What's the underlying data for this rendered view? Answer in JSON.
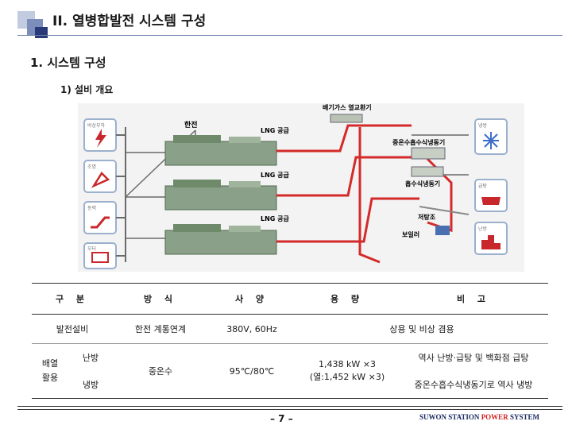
{
  "header": {
    "title": "II. 열병합발전 시스템 구성",
    "section": "1. 시스템 구성",
    "subsection": "1) 설비 개요"
  },
  "diagram": {
    "labels": {
      "exhaust_hx": "배기가스 열교환기",
      "kepco": "한전",
      "lng1": "LNG 공급",
      "lng2": "LNG 공급",
      "lng3": "LNG 공급",
      "absorption_chiller_heater": "중온수흡수식냉동기",
      "absorption_chiller": "흡수식냉동기",
      "heat_storage": "저탕조",
      "boiler": "보일러"
    },
    "left_icons": [
      {
        "label": "비상부하",
        "icon": "lightning-icon"
      },
      {
        "label": "조명",
        "icon": "lamp-icon"
      },
      {
        "label": "동력",
        "icon": "escalator-icon"
      },
      {
        "label": "모터",
        "icon": "computer-icon"
      }
    ],
    "right_icons": [
      {
        "label": "냉방",
        "icon": "snowflake-icon"
      },
      {
        "label": "급탕",
        "icon": "bath-icon"
      },
      {
        "label": "난방",
        "icon": "building-icon"
      }
    ]
  },
  "table": {
    "headers": [
      "구 분",
      "방 식",
      "사 양",
      "용 량",
      "비 고"
    ],
    "row_power": {
      "category": "발전설비",
      "method": "한전 계통연계",
      "spec": "380V, 60Hz",
      "note": "상용 및 비상 겸용"
    },
    "heat_group": "배열\n활용",
    "heating": {
      "sub": "난방",
      "note": "역사 난방·급탕 및 백화점 급탕"
    },
    "cooling": {
      "sub": "냉방",
      "note": "중온수흡수식냉동기로 역사 냉방"
    },
    "shared": {
      "method": "중온수",
      "spec": "95℃/80℃",
      "capacity": "1,438 kW ×3\n(열:1,452 kW ×3)"
    }
  },
  "footer": {
    "page": "– 7 –",
    "brand_a": "SUWON STATION ",
    "brand_b": "POWER",
    "brand_c": " SYSTEM"
  },
  "colors": {
    "icon_border": "#9bb0cc",
    "icon_red": "#c8282b",
    "pipe_red": "#d42a2a",
    "line_gray": "#6a6a6a",
    "equipment_green": "#6f8a6a"
  }
}
